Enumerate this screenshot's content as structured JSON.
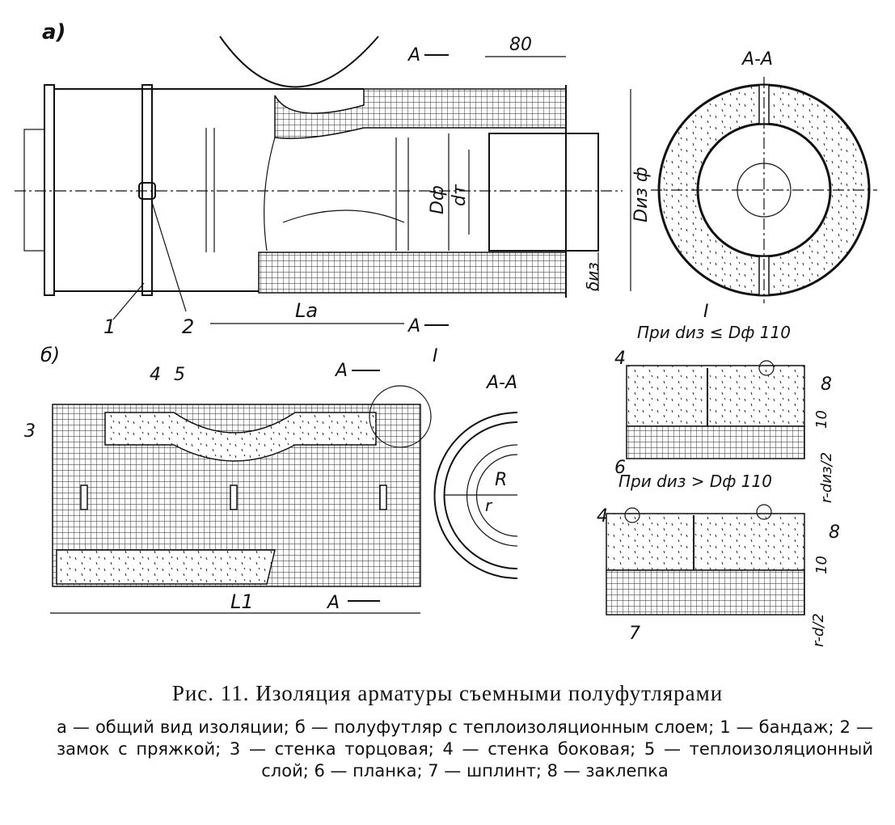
{
  "labels": {
    "view_a": "а)",
    "view_b": "б)",
    "section_a_a_top": "А-А",
    "section_a_a_bottom": "А-А",
    "detail_i": "I",
    "cut_a_1": "А",
    "cut_a_2": "А",
    "cut_a_3": "А",
    "cut_a_4": "А",
    "dim_80": "80",
    "dim_dph": "Dф",
    "dim_dt": "dт",
    "dim_diz": "Dиз ф",
    "dim_delta": "δиз",
    "dim_la": "La",
    "dim_l1": "L1",
    "dim_r": "R",
    "dim_r_small": "r",
    "note_le": "При dиз ≤ Dф  110",
    "note_gt": "При dиз > Dф  110",
    "dim_10_a": "10",
    "dim_10_b": "10",
    "dim_r_diz": "r-dиз/2",
    "dim_r_d": "r-d/2",
    "num_1": "1",
    "num_2": "2",
    "num_3": "3",
    "num_4a": "4",
    "num_4b": "4",
    "num_4c": "4",
    "num_5": "5",
    "num_6": "6",
    "num_7": "7",
    "num_8a": "8",
    "num_8b": "8"
  },
  "caption": {
    "title": "Рис. 11. Изоляция арматуры съемными полуфутлярами",
    "legend": "а — общий вид изоляции; б — полуфутляр с теплоизоляционным слоем; 1 — бандаж; 2 — замок с пряжкой; 3 — стенка торцовая; 4 — стенка боковая; 5 — теплоизоляционный слой; 6 — планка; 7 — шплинт; 8 — заклепка"
  }
}
